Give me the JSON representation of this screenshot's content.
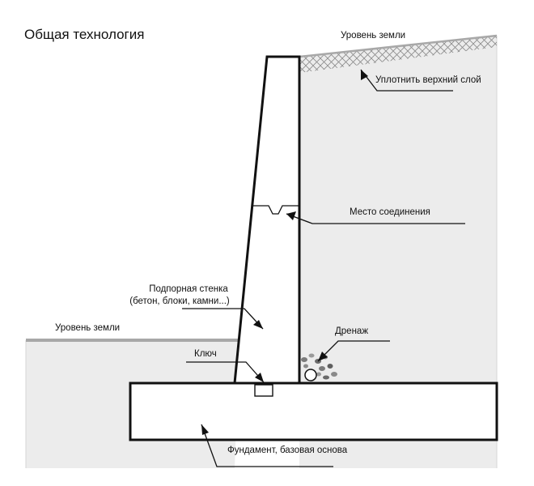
{
  "title": "Общая технология",
  "labels": {
    "ground_level_right": "Уровень земли",
    "compact_top_layer": "Уплотнить верхний слой",
    "joint": "Место соединения",
    "retaining_wall_line1": "Подпорная стенка",
    "retaining_wall_line2": "(бетон, блоки, камни...)",
    "ground_level_left": "Уровень земли",
    "drainage": "Дренаж",
    "key": "Ключ",
    "foundation": "Фундамент, базовая основа"
  },
  "colors": {
    "soil_fill": "#ececec",
    "ground_surface": "#a8a8a8",
    "outline": "#111111",
    "hatch": "#8a8a8a",
    "gravel": "#7a7a7a"
  }
}
